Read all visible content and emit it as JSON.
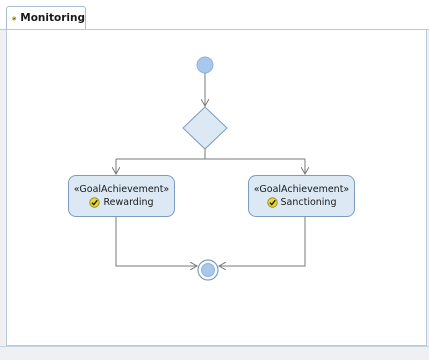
{
  "tab": {
    "label": "Monitoring",
    "icon": "goal-check-icon"
  },
  "nodes": {
    "left": {
      "stereotype": "«GoalAchievement»",
      "name": "Rewarding",
      "icon": "goal-check-icon"
    },
    "right": {
      "stereotype": "«GoalAchievement»",
      "name": "Sanctioning",
      "icon": "goal-check-icon"
    }
  },
  "colors": {
    "node_fill": "#dce9f5",
    "node_border": "#7c9cbf",
    "initial_fill": "#a7c8ec",
    "edge": "#7a7a7a",
    "check_fill": "#e8d636"
  }
}
